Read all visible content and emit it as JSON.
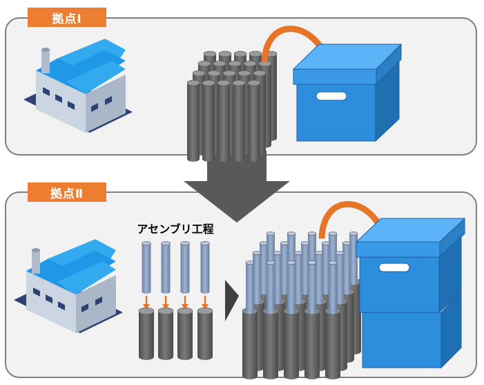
{
  "site1": {
    "label": "拠点Ⅰ"
  },
  "site2": {
    "label": "拠点Ⅱ"
  },
  "process": {
    "label": "アセンブリ工程"
  },
  "colors": {
    "panel_bg": "#f2f2f2",
    "panel_border": "#7f7f7f",
    "tag": "#ed7d31",
    "box_front": "#2e8ede",
    "box_top": "#5cb3f7",
    "box_side": "#1f6fb3",
    "cylinder": "#6d6d6d",
    "rod": "#8ea4c4",
    "arrow_down": "#595959",
    "orange_arrow": "#e87427"
  }
}
